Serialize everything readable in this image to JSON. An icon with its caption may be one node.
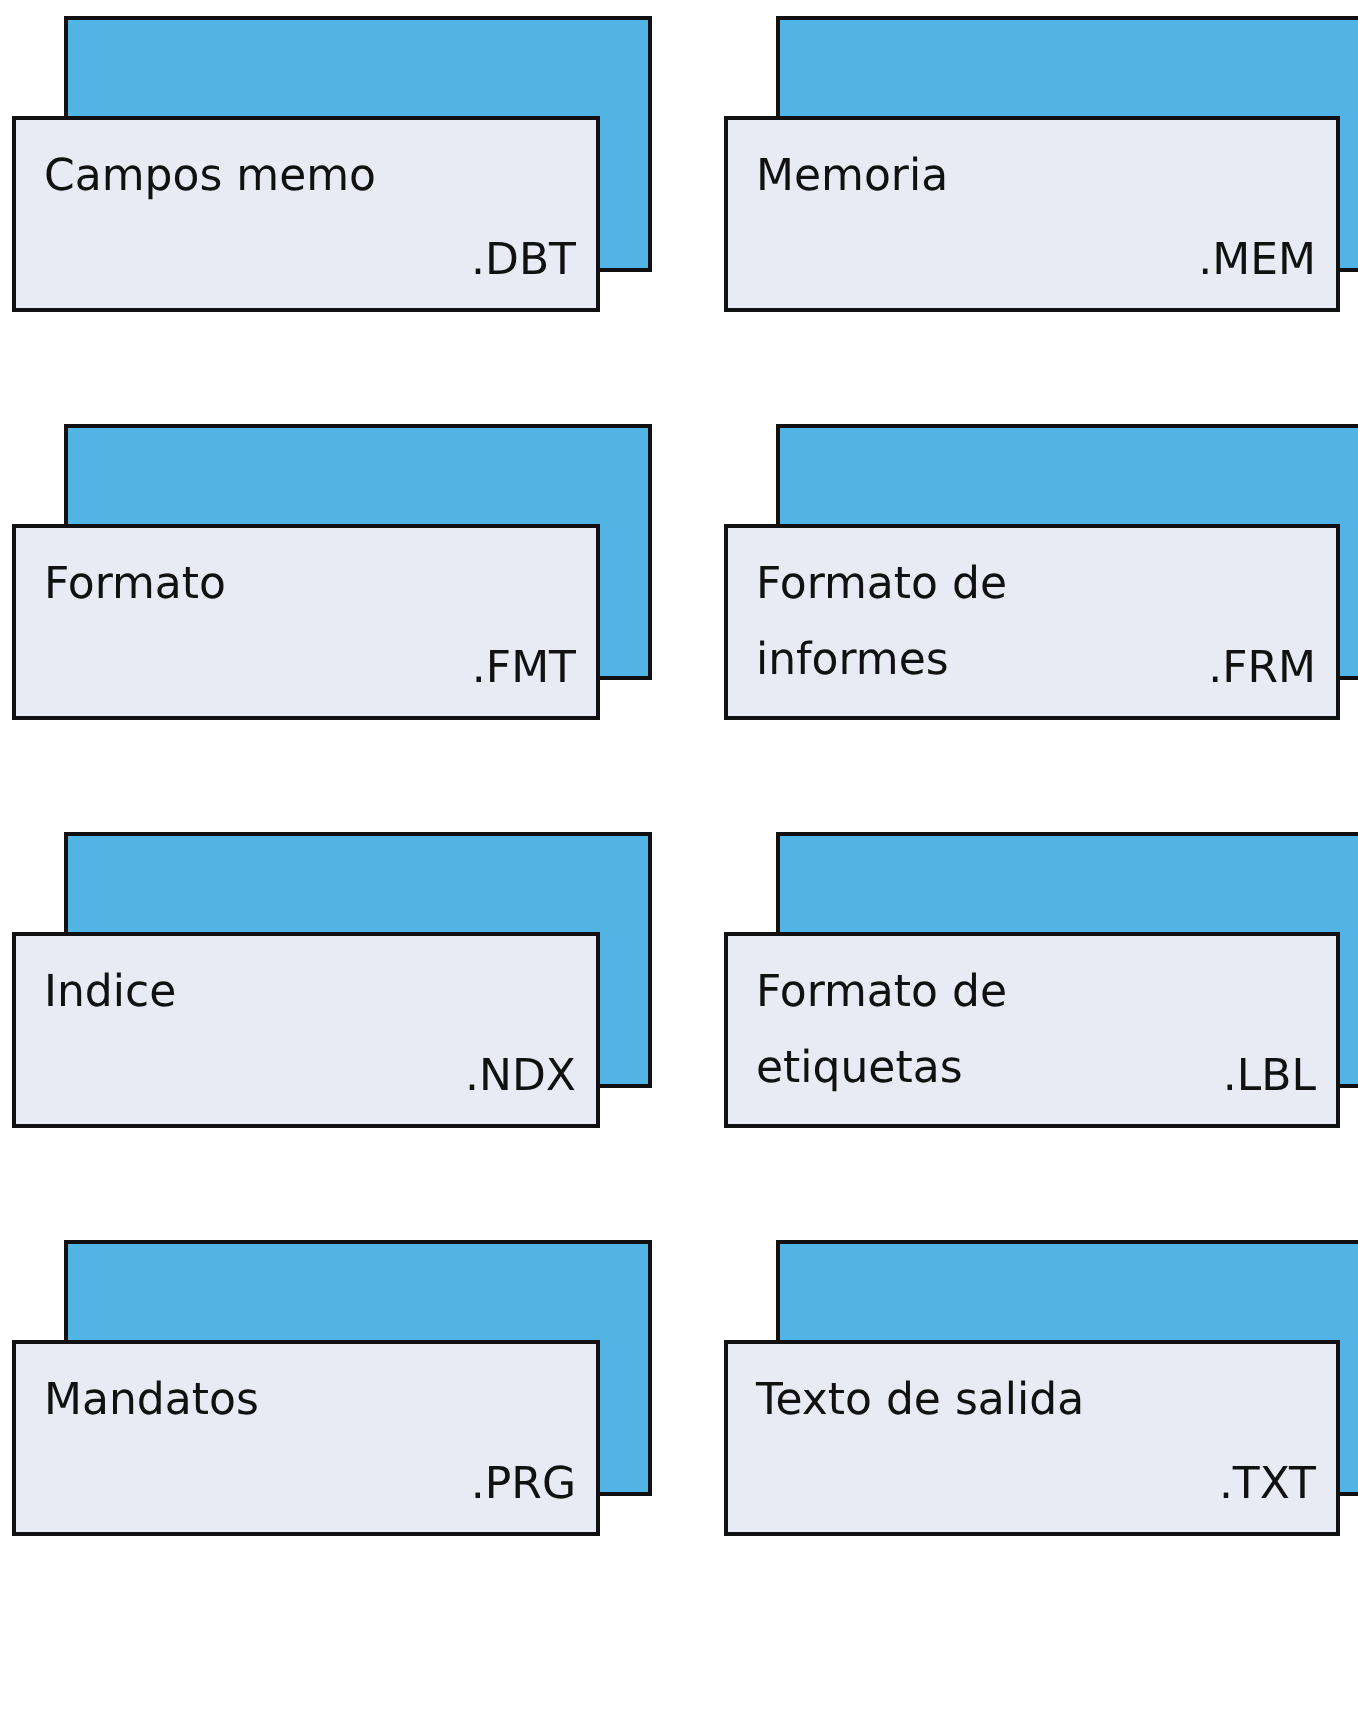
{
  "diagram": {
    "nodes": [
      {
        "text": [
          "Campos memo",
          ".DBT"
        ]
      },
      {
        "text": [
          "Memoria",
          ".MEM"
        ]
      },
      {
        "text": [
          "Formato",
          ".FMT"
        ]
      },
      {
        "text": [
          "Formato de informes",
          ".FRM"
        ]
      },
      {
        "text": [
          "Indice",
          ".NDX"
        ]
      },
      {
        "text": [
          "Formato de etiquetas",
          ".LBL"
        ]
      },
      {
        "text": [
          "Mandatos",
          ".PRG"
        ]
      },
      {
        "text": [
          "Texto de salida",
          ".TXT"
        ]
      }
    ]
  }
}
